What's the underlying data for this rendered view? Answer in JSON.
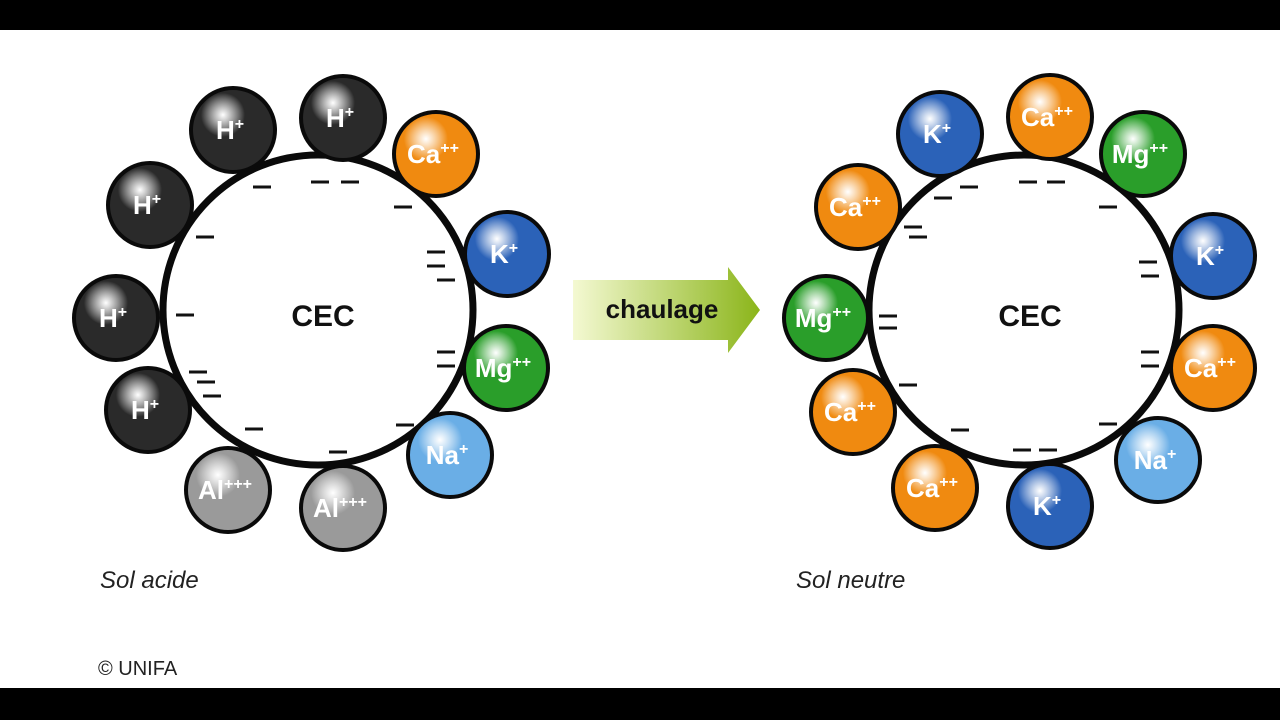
{
  "arrow_label": "chaulage",
  "credit": "© UNIFA",
  "colors": {
    "H": "#2a2a2a",
    "Al": "#9a9a9a",
    "Ca": "#f08a10",
    "K": "#2b62b8",
    "Mg": "#2a9e2a",
    "Na": "#6aaee6",
    "arrow_start": "#f2f7c8",
    "arrow_end": "#8bb51a"
  },
  "diagrams": [
    {
      "id": "acid",
      "caption": "Sol acide",
      "core_label": "CEC",
      "ions": [
        {
          "symbol": "H",
          "charge": "+",
          "type": "H"
        },
        {
          "symbol": "H",
          "charge": "+",
          "type": "H"
        },
        {
          "symbol": "H",
          "charge": "+",
          "type": "H"
        },
        {
          "symbol": "H",
          "charge": "+",
          "type": "H"
        },
        {
          "symbol": "H",
          "charge": "+",
          "type": "H"
        },
        {
          "symbol": "Al",
          "charge": "+++",
          "type": "Al"
        },
        {
          "symbol": "Al",
          "charge": "+++",
          "type": "Al"
        },
        {
          "symbol": "Na",
          "charge": "+",
          "type": "Na"
        },
        {
          "symbol": "Mg",
          "charge": "++",
          "type": "Mg"
        },
        {
          "symbol": "K",
          "charge": "+",
          "type": "K"
        },
        {
          "symbol": "Ca",
          "charge": "++",
          "type": "Ca"
        }
      ]
    },
    {
      "id": "neutral",
      "caption": "Sol neutre",
      "core_label": "CEC",
      "ions": [
        {
          "symbol": "Ca",
          "charge": "++",
          "type": "Ca"
        },
        {
          "symbol": "K",
          "charge": "+",
          "type": "K"
        },
        {
          "symbol": "Ca",
          "charge": "++",
          "type": "Ca"
        },
        {
          "symbol": "Mg",
          "charge": "++",
          "type": "Mg"
        },
        {
          "symbol": "K",
          "charge": "+",
          "type": "K"
        },
        {
          "symbol": "Ca",
          "charge": "++",
          "type": "Ca"
        },
        {
          "symbol": "Na",
          "charge": "+",
          "type": "Na"
        },
        {
          "symbol": "K",
          "charge": "+",
          "type": "K"
        },
        {
          "symbol": "Ca",
          "charge": "++",
          "type": "Ca"
        },
        {
          "symbol": "Ca",
          "charge": "++",
          "type": "Ca"
        },
        {
          "symbol": "Mg",
          "charge": "++",
          "type": "Mg"
        }
      ]
    }
  ]
}
